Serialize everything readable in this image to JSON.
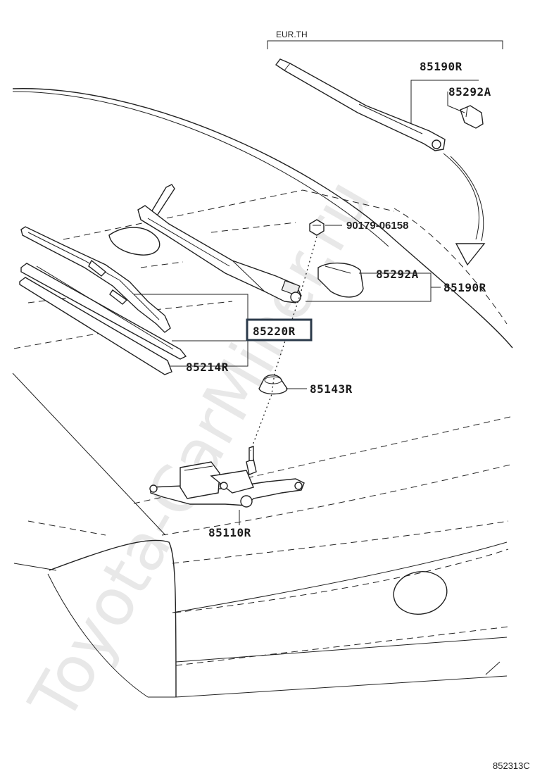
{
  "region_label": "EUR.TH",
  "watermark": "Toyota-CarMiner.ru",
  "diagram_code": "852313C",
  "parts": {
    "arm_top": "85190R",
    "cap_top": "85292A",
    "nut": "90179-06158",
    "cap_mid": "85292A",
    "arm_mid": "85190R",
    "blade": "85220R",
    "refill": "85214R",
    "grommet": "85143R",
    "motor": "85110R"
  },
  "highlighted_part": "85220R"
}
